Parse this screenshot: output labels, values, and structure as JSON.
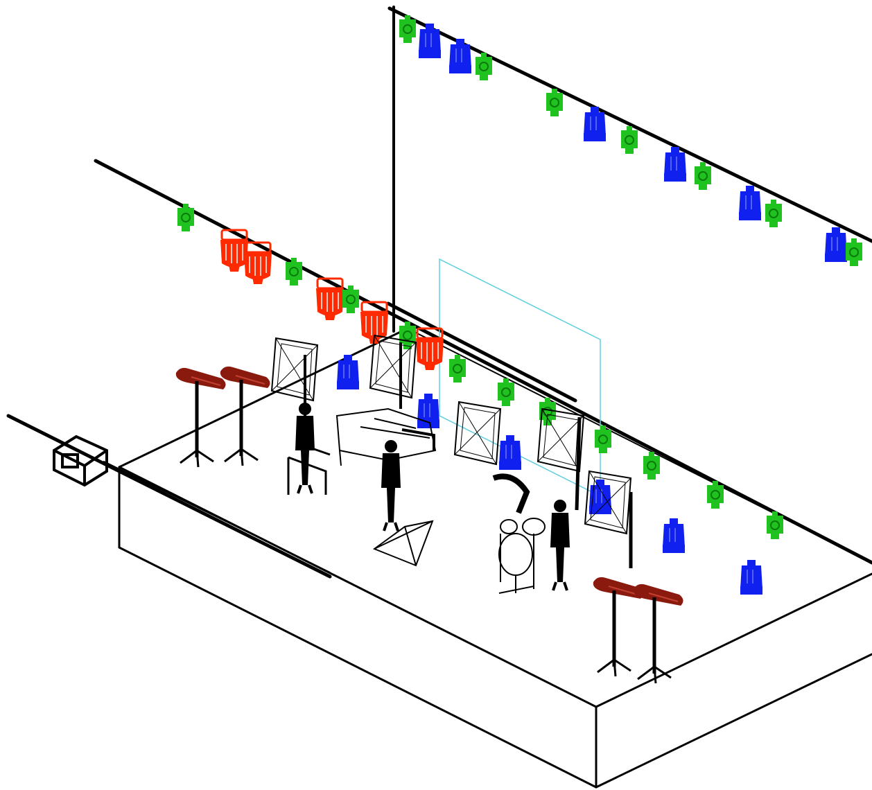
{
  "colors": {
    "background": "#ffffff",
    "structure": "#000000",
    "spot_red": "#ff2a00",
    "spot_blue": "#1020ee",
    "spot_green": "#1fc21f",
    "floor_light": "#8b1a0e",
    "screen_outline": "#5fd0e0"
  },
  "fixture_types": [
    "red-spotlight",
    "blue-spotlight",
    "green-spotlight",
    "floor-light-on-stand",
    "softbox",
    "camera",
    "person",
    "chair",
    "piano",
    "drum-kit",
    "projection-screen"
  ]
}
